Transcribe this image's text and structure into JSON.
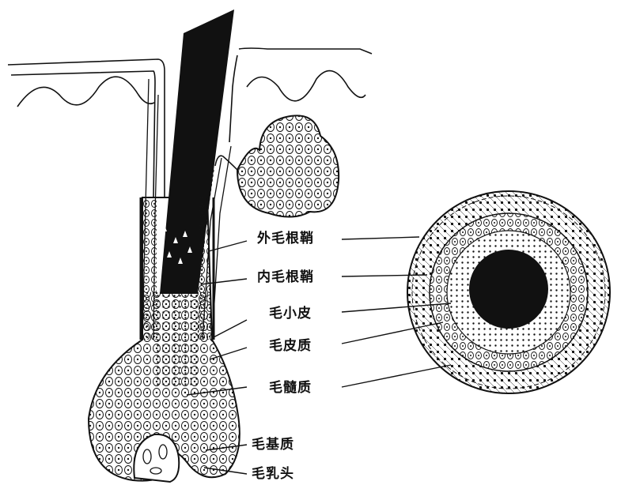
{
  "labels": {
    "outer_root_sheath": "外毛根鞘",
    "inner_root_sheath": "内毛根鞘",
    "cuticle": "毛小皮",
    "cortex": "毛皮质",
    "medulla": "毛髓质",
    "matrix": "毛基质",
    "papilla": "毛乳头"
  },
  "colors": {
    "ink": "#111111",
    "paper": "#ffffff"
  }
}
